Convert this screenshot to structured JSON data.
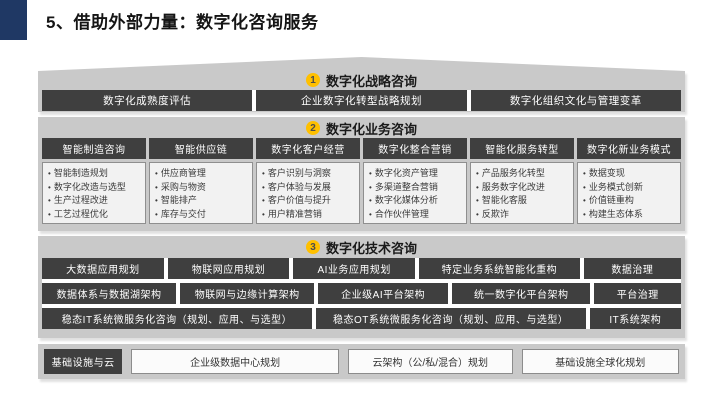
{
  "page": {
    "title": "5、借助外部力量：数字化咨询服务"
  },
  "colors": {
    "accent_navy": "#1F3864",
    "number_badge_yellow": "#FFC000",
    "band_gray": "#C9C9C9",
    "dark_box_gray": "#3F3F3F"
  },
  "sections": [
    {
      "number": "1",
      "title": "数字化战略咨询",
      "boxes": [
        "数字化成熟度评估",
        "企业数字化转型战略规划",
        "数字化组织文化与管理变革"
      ]
    },
    {
      "number": "2",
      "title": "数字化业务咨询",
      "columns": [
        {
          "header": "智能制造咨询",
          "items": [
            "智能制造规划",
            "数字化改造与选型",
            "生产过程改进",
            "工艺过程优化"
          ]
        },
        {
          "header": "智能供应链",
          "items": [
            "供应商管理",
            "采购与物资",
            "智能排产",
            "库存与交付"
          ]
        },
        {
          "header": "数字化客户经营",
          "items": [
            "客户识别与洞察",
            "客户体验与发展",
            "客户价值与提升",
            "用户精准营销"
          ]
        },
        {
          "header": "数字化整合营销",
          "items": [
            "数字化资产管理",
            "多渠道整合营销",
            "数字化媒体分析",
            "合作伙伴管理"
          ]
        },
        {
          "header": "智能化服务转型",
          "items": [
            "产品服务化转型",
            "服务数字化改进",
            "智能化客服",
            "反欺诈"
          ]
        },
        {
          "header": "数字化新业务模式",
          "items": [
            "数据变现",
            "业务模式创新",
            "价值链重构",
            "构建生态体系"
          ]
        }
      ]
    },
    {
      "number": "3",
      "title": "数字化技术咨询",
      "rows": [
        [
          "大数据应用规划",
          "物联网应用规划",
          "AI业务应用规划",
          "特定业务系统智能化重构",
          "数据治理"
        ],
        [
          "数据体系与数据湖架构",
          "物联网与边缘计算架构",
          "企业级AI平台架构",
          "统一数字化平台架构",
          "平台治理"
        ],
        [
          "稳态IT系统微服务化咨询（规划、应用、与选型）",
          "稳态OT系统微服务化咨询（规划、应用、与选型）",
          "IT系统架构"
        ]
      ]
    }
  ],
  "footer": {
    "dark_label": "基础设施与云",
    "boxes": [
      "企业级数据中心规划",
      "云架构（公/私/混合）规划",
      "基础设施全球化规划"
    ]
  }
}
